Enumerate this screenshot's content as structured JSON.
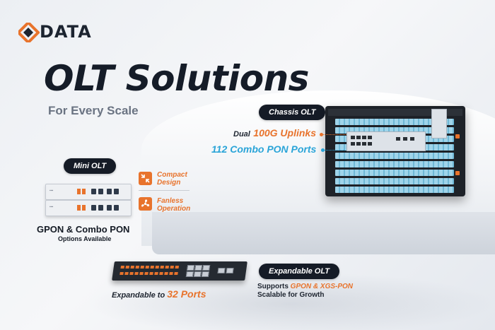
{
  "brand": {
    "name": "DATA",
    "accent": "#e8732c",
    "dark": "#151b26",
    "blue": "#2aa4d8"
  },
  "hero": {
    "title": "OLT Solutions",
    "subtitle": "For Every Scale"
  },
  "chassis": {
    "badge": "Chassis OLT",
    "uplink_prefix": "Dual",
    "uplink_value": "100G Uplinks",
    "pon_ports": "112 Combo PON Ports",
    "icon": "chassis-olt-device"
  },
  "mini": {
    "badge": "Mini OLT",
    "features": [
      {
        "icon": "compress-arrows-icon",
        "line1": "Compact",
        "line2": "Design"
      },
      {
        "icon": "fan-icon",
        "line1": "Fanless",
        "line2": "Operation"
      }
    ],
    "title": "GPON & Combo PON",
    "subtitle": "Options Available"
  },
  "expandable": {
    "badge": "Expandable OLT",
    "caption_prefix": "Expandable to",
    "caption_value": "32 Ports",
    "supports_prefix": "Supports",
    "supports_value": "GPON & XGS-PON",
    "scalable": "Scalable for Growth"
  }
}
